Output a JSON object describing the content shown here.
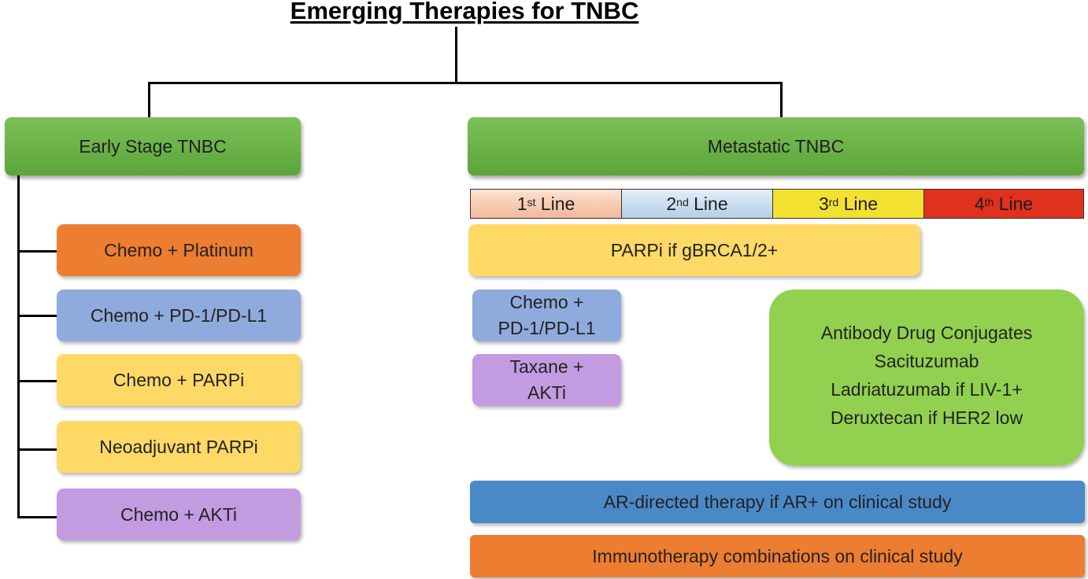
{
  "title": "Emerging Therapies for TNBC",
  "early": {
    "header": "Early Stage TNBC",
    "items": [
      {
        "label": "Chemo + Platinum",
        "color": "#ed7d31"
      },
      {
        "label": "Chemo + PD-1/PD-L1",
        "color": "#8faadc"
      },
      {
        "label": "Chemo + PARPi",
        "color": "#ffd966"
      },
      {
        "label": "Neoadjuvant PARPi",
        "color": "#ffd966"
      },
      {
        "label": "Chemo + AKTi",
        "color": "#c39be0"
      }
    ]
  },
  "metastatic": {
    "header": "Metastatic TNBC",
    "lines": [
      {
        "num": "1",
        "suffix": "st",
        "word": "Line",
        "color": "#f8cbad"
      },
      {
        "num": "2",
        "suffix": "nd",
        "word": "Line",
        "color": "#bdd7ee"
      },
      {
        "num": "3",
        "suffix": "rd",
        "word": "Line",
        "color": "#f2e130"
      },
      {
        "num": "4",
        "suffix": "th",
        "word": "Line",
        "color": "#e0301e"
      }
    ],
    "parpi": "PARPi if gBRCA1/2+",
    "chemo_pd1": [
      "Chemo +",
      "PD-1/PD-L1"
    ],
    "taxane_akti": [
      "Taxane +",
      "AKTi"
    ],
    "adc": [
      "Antibody Drug Conjugates",
      "Sacituzumab",
      "Ladriatuzumab if LIV-1+",
      "Deruxtecan if HER2 low"
    ],
    "ar_directed": "AR-directed therapy if AR+ on clinical study",
    "immunotherapy": "Immunotherapy combinations on clinical study"
  },
  "colors": {
    "green_header": "#6ab245",
    "adc_green": "#92d050",
    "ar_blue": "#4a89c8",
    "immuno_orange": "#ed7d31",
    "parpi_yellow": "#ffd966",
    "pd1_blue": "#8faadc",
    "akti_purple": "#c39be0"
  }
}
